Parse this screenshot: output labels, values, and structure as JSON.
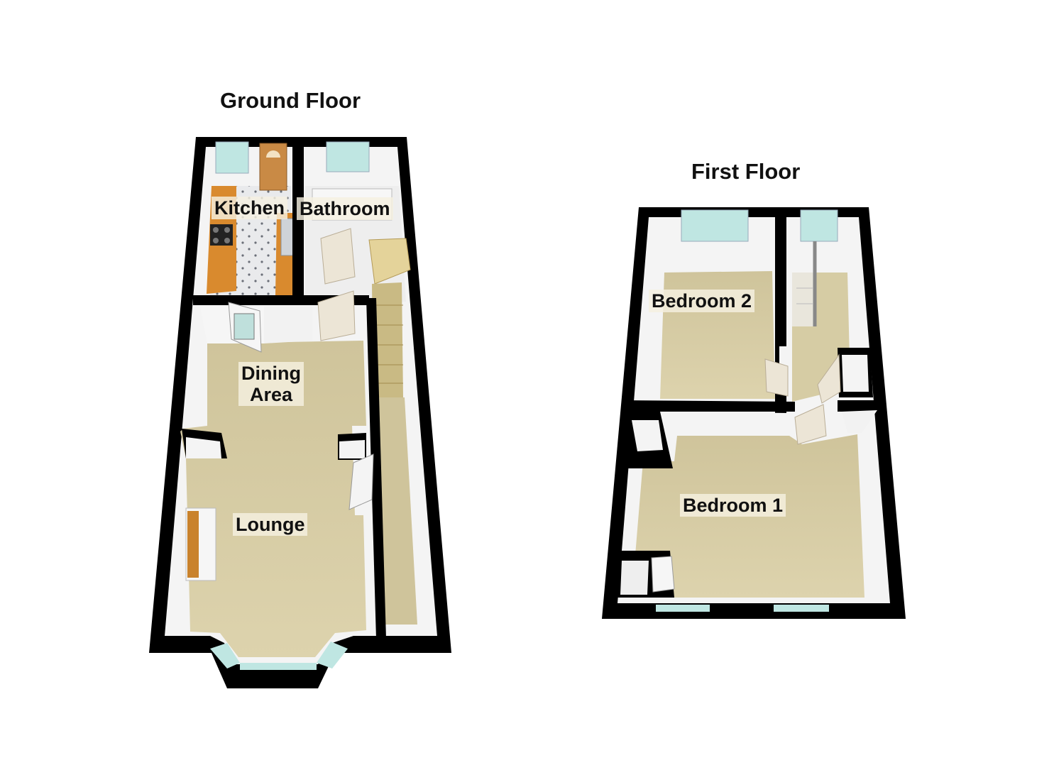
{
  "floors": {
    "ground": {
      "title": "Ground Floor",
      "rooms": {
        "kitchen": "Kitchen",
        "bathroom": "Bathroom",
        "dining_line1": "Dining",
        "dining_line2": "Area",
        "lounge": "Lounge"
      }
    },
    "first": {
      "title": "First Floor",
      "rooms": {
        "bedroom2": "Bedroom 2",
        "bedroom1": "Bedroom 1"
      }
    }
  },
  "colors": {
    "wall": "#000000",
    "wall_face": "#f4f4f4",
    "carpet": "#d9cfa7",
    "worktop": "#d98a2e",
    "door": "#c98a45",
    "window": "#bfe6e2",
    "stairs": "#d8c98d"
  }
}
